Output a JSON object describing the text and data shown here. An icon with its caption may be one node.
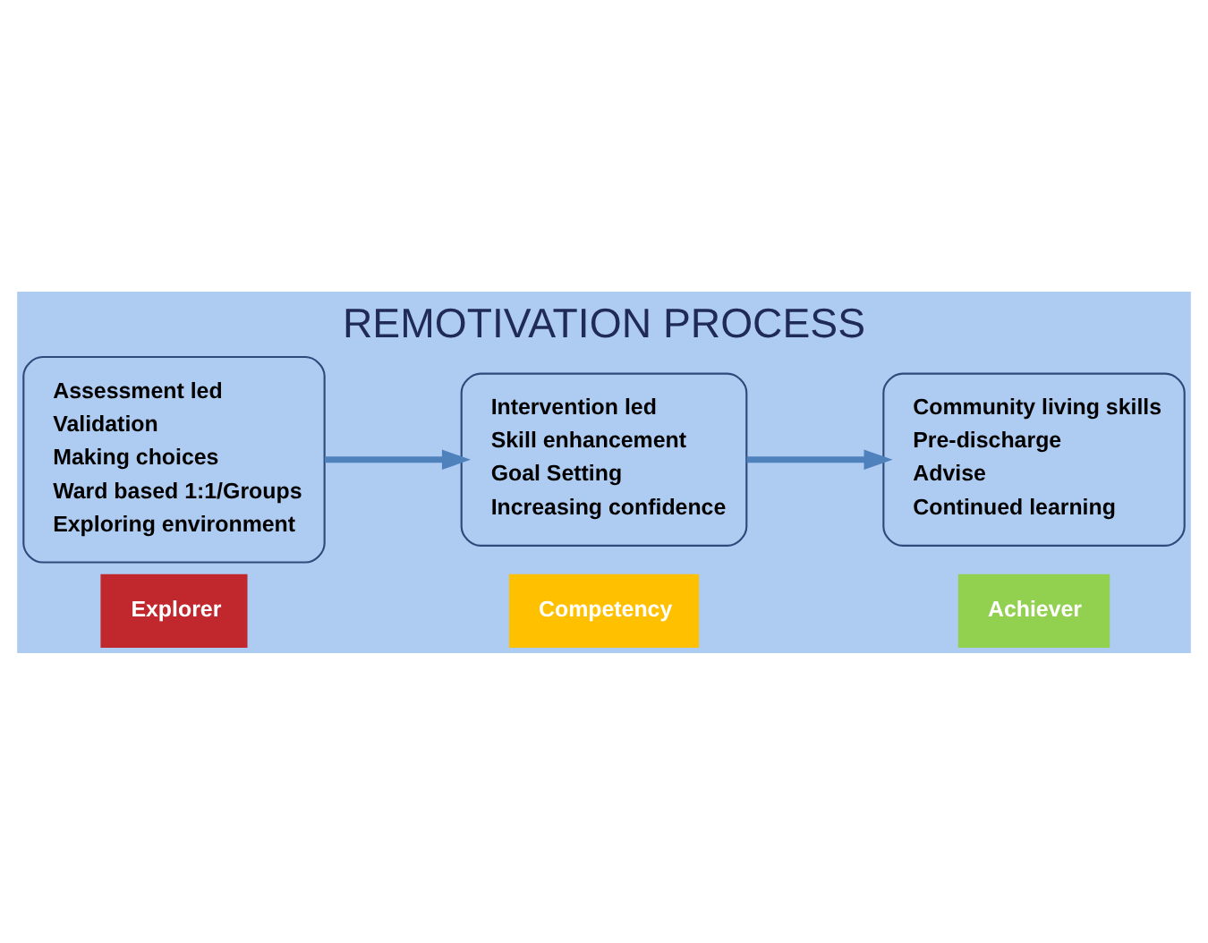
{
  "diagram": {
    "title": "REMOTIVATION PROCESS",
    "nodes": [
      {
        "text": [
          "Assessment led",
          "Validation",
          "Making choices",
          "Ward based 1:1/Groups",
          "Exploring environment"
        ]
      },
      {
        "text": [
          "Intervention led",
          "Skill enhancement",
          "Goal Setting",
          "Increasing confidence"
        ]
      },
      {
        "text": [
          "Community living skills",
          "Pre-discharge",
          "Advise",
          "Continued learning"
        ]
      },
      {
        "text": [
          "Explorer"
        ]
      },
      {
        "text": [
          "Competency"
        ]
      },
      {
        "text": [
          "Achiever"
        ]
      }
    ],
    "edges": [
      {
        "from": 0,
        "to": 1,
        "arrow": "to"
      },
      {
        "from": 1,
        "to": 2,
        "arrow": "to"
      }
    ]
  }
}
